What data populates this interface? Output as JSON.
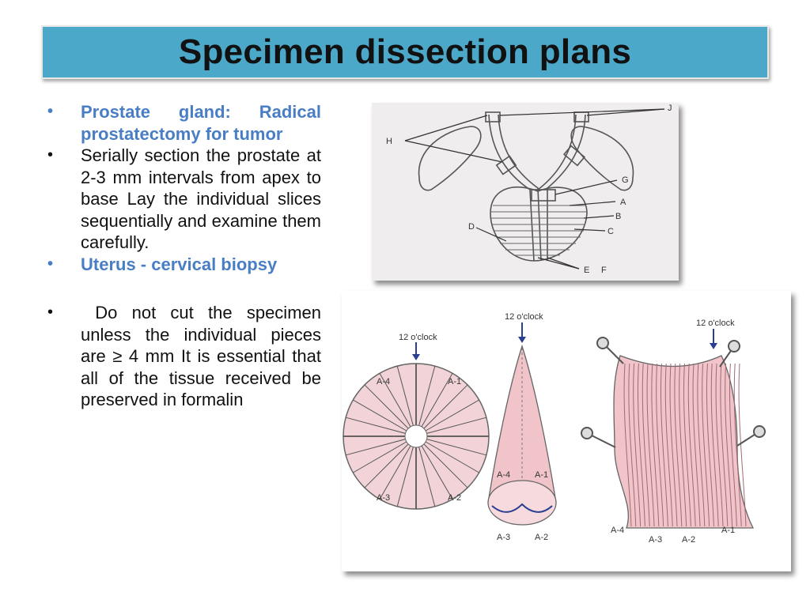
{
  "slide": {
    "title": "Specimen dissection plans",
    "bullets": [
      {
        "text": "Prostate gland: Radical prostatectomy for tumor",
        "style": "blue"
      },
      {
        "text": "Serially section the prostate at 2-3 mm intervals from apex to base Lay the individual slices sequentially and examine them carefully.",
        "style": "normal"
      },
      {
        "text": "Uterus - cervical biopsy",
        "style": "blue"
      },
      {
        "text": " Do not cut the specimen unless the individual pieces are ≥ 4 mm It is essential that all of the tissue received be preserved in formalin",
        "style": "normal"
      }
    ],
    "bullet_glyph": "•",
    "colors": {
      "title_bar": "#4ba8c8",
      "heading_text": "#4a7ec4",
      "specimen_pink": "#f0c4c8"
    }
  },
  "prostate_figure": {
    "labels": {
      "A": "A",
      "B": "B",
      "C": "C",
      "D": "D",
      "E": "E",
      "F": "F",
      "G": "G",
      "H": "H",
      "J": "J"
    }
  },
  "cervix_figure": {
    "clock_label": "12 o'clock",
    "quadrants": {
      "a1": "A-1",
      "a2": "A-2",
      "a3": "A-3",
      "a4": "A-4"
    }
  }
}
